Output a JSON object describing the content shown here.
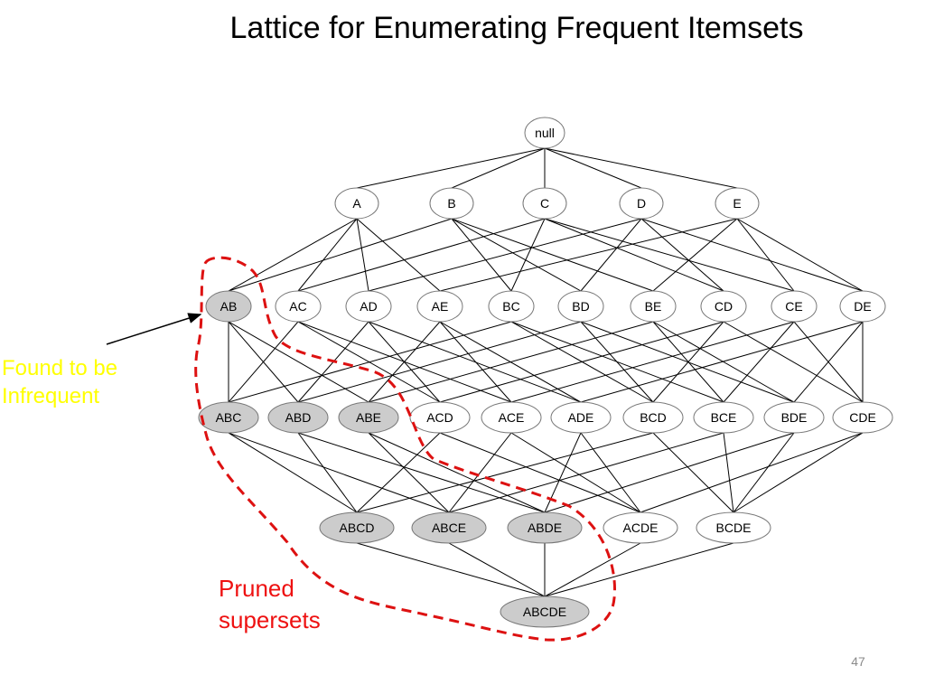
{
  "slide": {
    "title": "Lattice for Enumerating Frequent Itemsets",
    "page_number": "47"
  },
  "annotations": {
    "infrequent": [
      "Found to be",
      "Infrequent"
    ],
    "pruned": [
      "Pruned",
      "supersets"
    ]
  },
  "colors": {
    "normal_fill": "#ffffff",
    "pruned_fill": "#cccccc",
    "node_stroke": "#777777",
    "edge": "#000000",
    "infrequent_text": "#ffff00",
    "pruned_text": "#ee1111",
    "pruned_boundary": "#dd1111"
  },
  "lattice": {
    "levels": [
      [
        "null"
      ],
      [
        "A",
        "B",
        "C",
        "D",
        "E"
      ],
      [
        "AB",
        "AC",
        "AD",
        "AE",
        "BC",
        "BD",
        "BE",
        "CD",
        "CE",
        "DE"
      ],
      [
        "ABC",
        "ABD",
        "ABE",
        "ACD",
        "ACE",
        "ADE",
        "BCD",
        "BCE",
        "BDE",
        "CDE"
      ],
      [
        "ABCD",
        "ABCE",
        "ABDE",
        "ACDE",
        "BCDE"
      ],
      [
        "ABCDE"
      ]
    ],
    "infrequent_itemset": "AB",
    "pruned_itemsets": [
      "AB",
      "ABC",
      "ABD",
      "ABE",
      "ABCD",
      "ABCE",
      "ABDE",
      "ABCDE"
    ]
  }
}
